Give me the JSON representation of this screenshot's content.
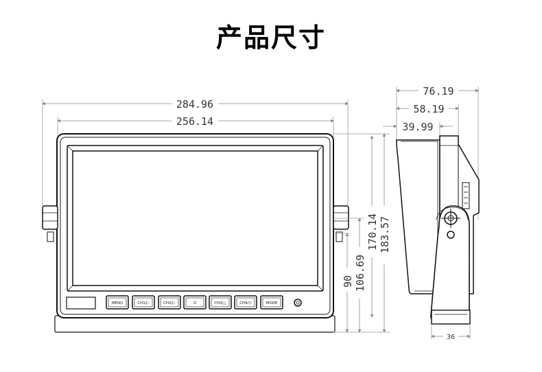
{
  "title": "产品尺寸",
  "front_dims": {
    "overall_width": "284.96",
    "bezel_width": "256.14",
    "height_total": "183.57",
    "height_bezel": "170.14",
    "height_mid": "106.69",
    "height_low": "90"
  },
  "side_dims": {
    "depth_total": "76.19",
    "depth_mid": "58.19",
    "depth_small": "39.99",
    "bracket_width": "36"
  },
  "buttons": [
    {
      "label": "MENU"
    },
    {
      "label": "CH1/▷"
    },
    {
      "label": "CH2/▷"
    },
    {
      "label": "⏻"
    },
    {
      "label": "CH3/△"
    },
    {
      "label": "CH4/▽"
    },
    {
      "label": "MODE"
    }
  ],
  "colors": {
    "line": "#111111",
    "dim_line": "#888888",
    "dim_text": "#333333"
  }
}
